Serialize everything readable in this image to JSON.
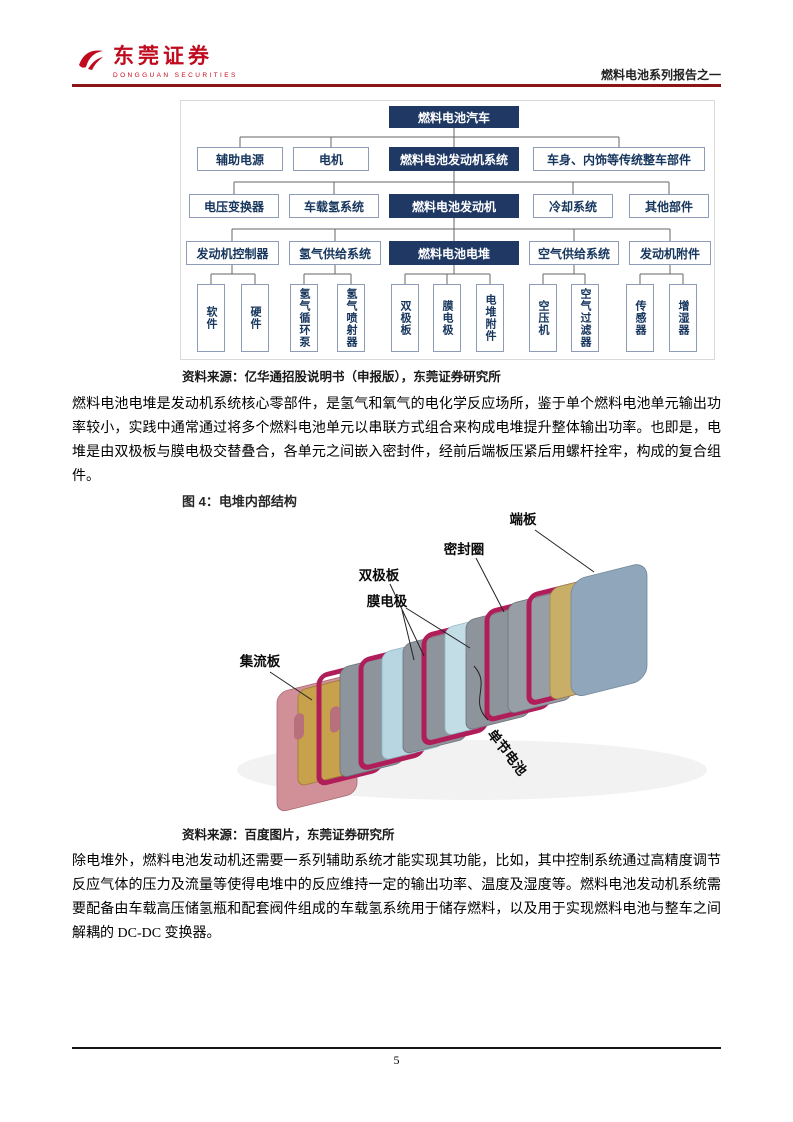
{
  "header": {
    "brand": "东莞证券",
    "brand_sub": "DONGGUAN SECURITIES",
    "report_title": "燃料电池系列报告之一"
  },
  "colors": {
    "accent_blue": "#1f3864",
    "rule_red": "#8b1515",
    "brand_red": "#c00b1f"
  },
  "org_chart": {
    "root": "燃料电池汽车",
    "row2": [
      "辅助电源",
      "电机",
      "燃料电池发动机系统",
      "车身、内饰等传统整车部件"
    ],
    "row3": [
      "电压变换器",
      "车载氢系统",
      "燃料电池发动机",
      "冷却系统",
      "其他部件"
    ],
    "row4": [
      "发动机控制器",
      "氢气供给系统",
      "燃料电池电堆",
      "空气供给系统",
      "发动机附件"
    ],
    "row5": [
      "软件",
      "硬件",
      "氢气循环泵",
      "氢气喷射器",
      "双极板",
      "膜电极",
      "电堆附件",
      "空压机",
      "空气过滤器",
      "传感器",
      "增湿器"
    ]
  },
  "sources": [
    "资料来源：亿华通招股说明书（申报版），东莞证券研究所",
    "资料来源：百度图片，东莞证券研究所"
  ],
  "paragraphs": [
    "燃料电池电堆是发动机系统核心零部件，是氢气和氧气的电化学反应场所，鉴于单个燃料电池单元输出功率较小，实践中通常通过将多个燃料电池单元以串联方式组合来构成电堆提升整体输出功率。也即是，电堆是由双极板与膜电极交替叠合，各单元之间嵌入密封件，经前后端板压紧后用螺杆拴牢，构成的复合组件。",
    "除电堆外，燃料电池发动机还需要一系列辅助系统才能实现其功能，比如，其中控制系统通过高精度调节反应气体的压力及流量等使得电堆中的反应维持一定的输出功率、温度及湿度等。燃料电池发动机系统需要配备由车载高压储氢瓶和配套阀件组成的车载氢系统用于储存燃料，以及用于实现燃料电池与整车之间解耦的 DC-DC 变换器。"
  ],
  "figure": {
    "caption": "图 4：电堆内部结构",
    "labels": {
      "endplate": "端板",
      "seal_ring": "密封圈",
      "bipolar_plate": "双极板",
      "mea": "膜电极",
      "current_collector": "集流板",
      "single_cell": "单节电池"
    }
  },
  "footer": {
    "page": "5"
  }
}
